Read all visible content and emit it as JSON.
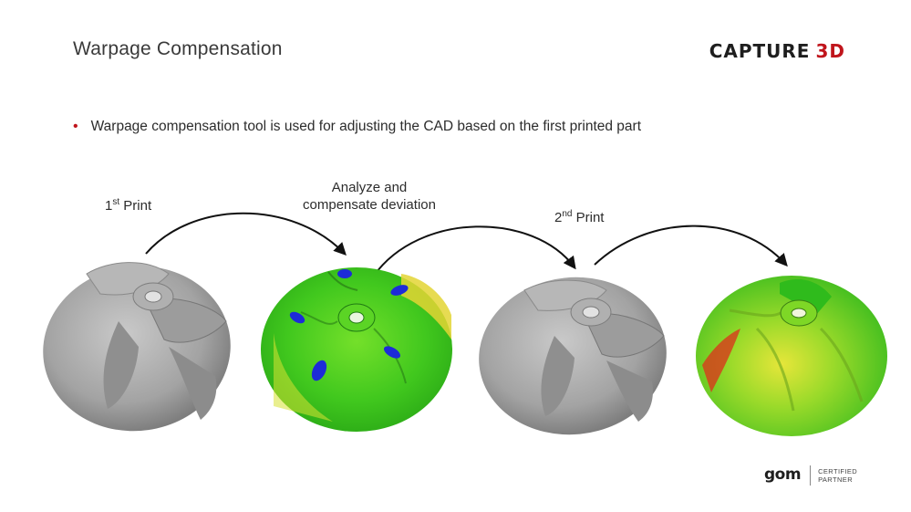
{
  "slide": {
    "title": "Warpage Compensation",
    "brand": {
      "part1": "CAPTURE",
      "part2": "3D",
      "accent_color": "#c0151c"
    },
    "bullet": "Warpage compensation tool is used for adjusting the CAD based on the first printed part",
    "steps": [
      {
        "prefix": "1",
        "sup": "st",
        "suffix": " Print"
      },
      {
        "line1": "Analyze and",
        "line2": "compensate deviation"
      },
      {
        "prefix": "2",
        "sup": "nd",
        "suffix": " Print"
      }
    ],
    "images": [
      {
        "icon": "gray-printed-impeller"
      },
      {
        "icon": "deviation-colormap-impeller"
      },
      {
        "icon": "gray-printed-impeller"
      },
      {
        "icon": "deviation-colormap-impeller"
      }
    ],
    "partner": {
      "logo": "gom",
      "line1": "CERTIFIED",
      "line2": "PARTNER"
    }
  }
}
